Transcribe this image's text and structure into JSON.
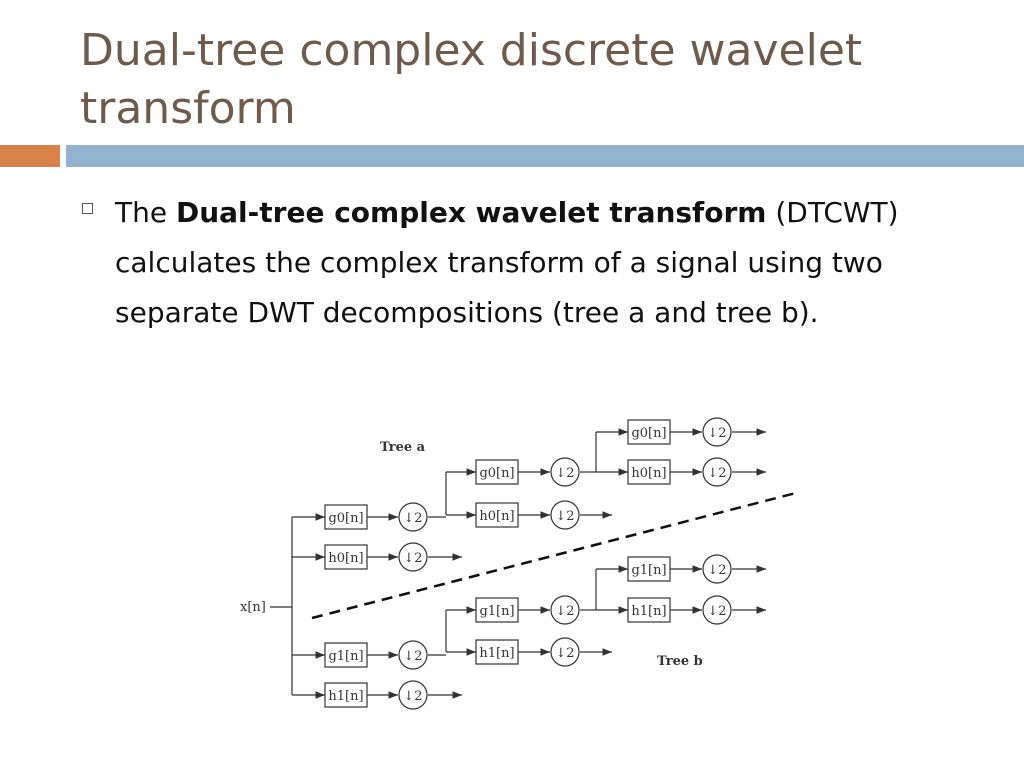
{
  "slide": {
    "title": "Dual-tree complex discrete wavelet transform",
    "bullet": {
      "prefix": "The ",
      "bold": "Dual-tree complex wavelet transform",
      "rest": " (DTCWT) calculates the complex transform of a signal using two separate DWT decompositions (tree a and tree b)."
    }
  },
  "diagram": {
    "input_label": "x[n]",
    "tree_a_label": "Tree a",
    "tree_b_label": "Tree b",
    "downsample_label": "↓2",
    "tree_a_filters": [
      "g0[n]",
      "h0[n]"
    ],
    "tree_b_filters": [
      "g1[n]",
      "h1[n]"
    ]
  }
}
